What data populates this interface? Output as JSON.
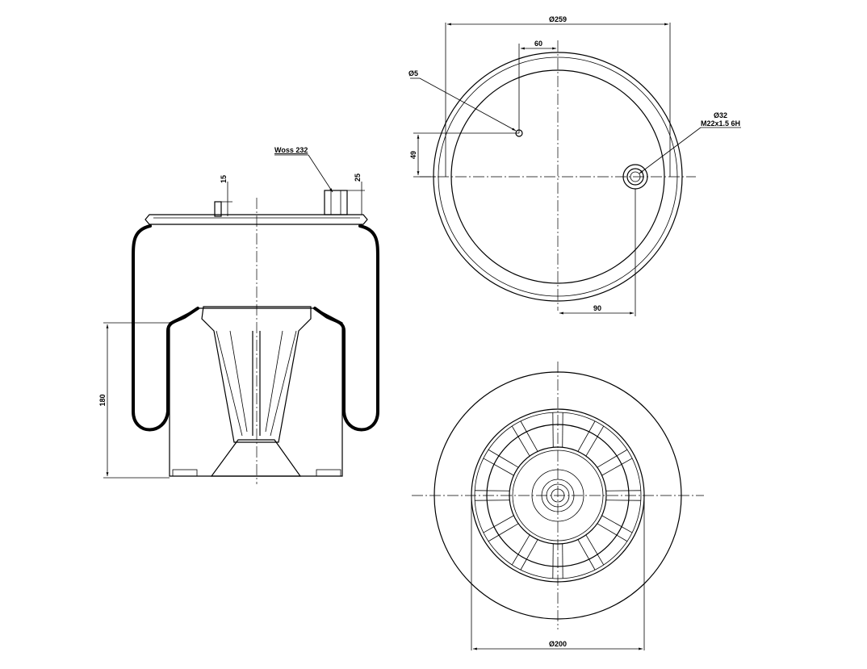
{
  "side_view": {
    "dim_height": "180",
    "dim_top_plate": "15",
    "dim_nut": "25",
    "label_woss": "Woss 232"
  },
  "top_view": {
    "dim_diameter": "Ø259",
    "dim_offset_x": "60",
    "dim_hole": "Ø5",
    "dim_offset_y": "49",
    "dim_port_diameter": "Ø32",
    "dim_port_thread": "M22x1.5 6H",
    "dim_port_offset": "90"
  },
  "bottom_view": {
    "dim_diameter": "Ø200"
  }
}
